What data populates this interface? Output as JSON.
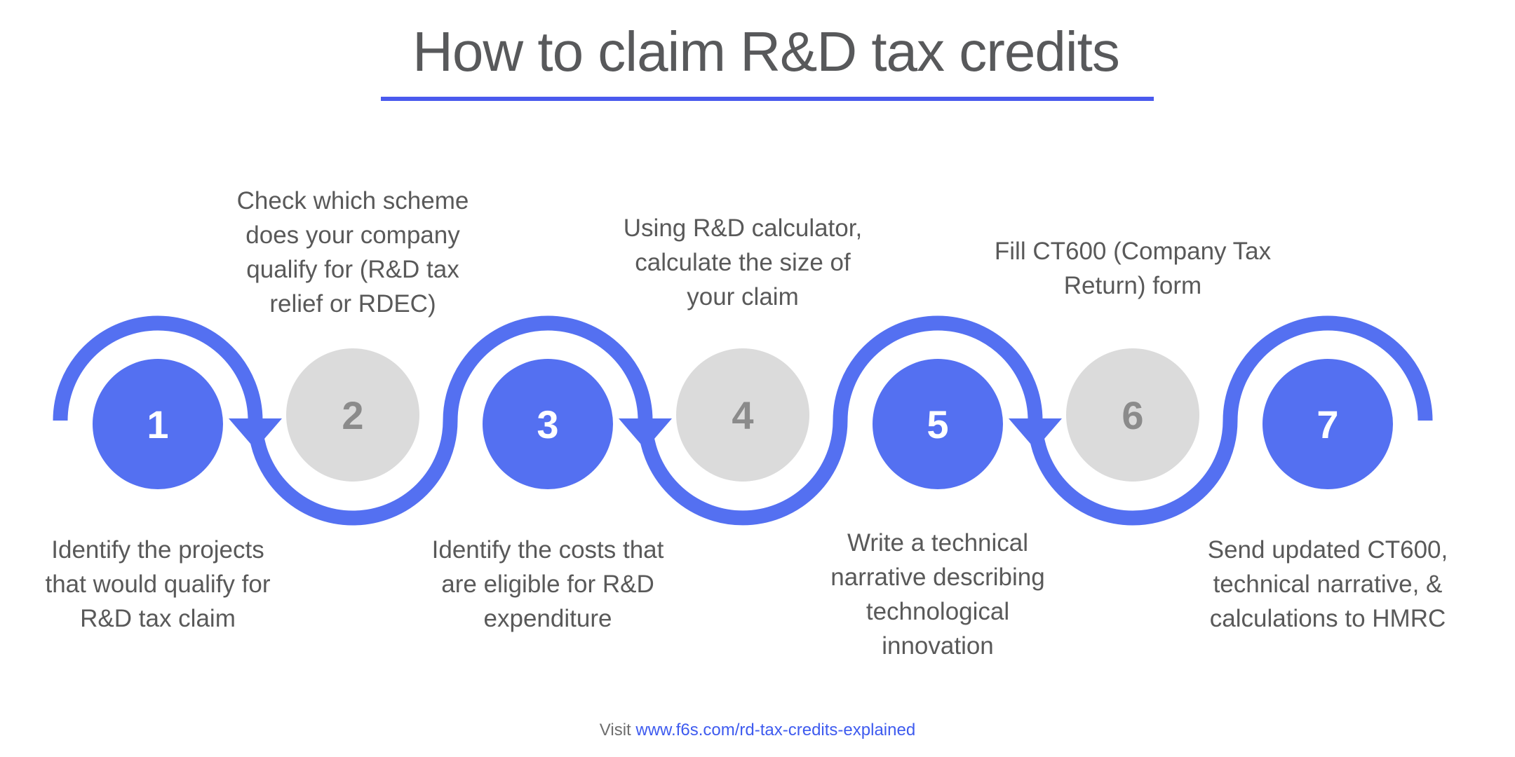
{
  "title": "How to claim R&D tax credits",
  "steps": [
    {
      "number": "1",
      "variant": "blue",
      "label": "Identify the projects\nthat would qualify for\nR&D tax claim"
    },
    {
      "number": "2",
      "variant": "gray",
      "label": "Check which scheme\ndoes your company\nqualify for (R&D tax\nrelief or RDEC)"
    },
    {
      "number": "3",
      "variant": "blue",
      "label": "Identify the costs that\nare eligible for R&D\nexpenditure"
    },
    {
      "number": "4",
      "variant": "gray",
      "label": "Using R&D calculator,\ncalculate the size of\nyour claim"
    },
    {
      "number": "5",
      "variant": "blue",
      "label": "Write a technical\nnarrative describing\ntechnological\ninnovation"
    },
    {
      "number": "6",
      "variant": "gray",
      "label": "Fill CT600 (Company Tax\nReturn) form"
    },
    {
      "number": "7",
      "variant": "blue",
      "label": "Send updated CT600,\ntechnical narrative, &\ncalculations to HMRC"
    }
  ],
  "footer": {
    "prefix": "Visit ",
    "link": "www.f6s.com/rd-tax-credits-explained"
  },
  "icons": {
    "arrowhead": "down-arrowhead-icon",
    "path": "snake-flow-path"
  },
  "colors": {
    "accent_blue": "#5470F1",
    "underline_blue": "#4A5AEE",
    "circle_gray": "#DBDBDB",
    "number_gray": "#8B8B8B",
    "text_gray": "#595959",
    "title_gray": "#58595B",
    "footer_gray": "#6E6E6E",
    "link_blue": "#3E5BEF"
  }
}
